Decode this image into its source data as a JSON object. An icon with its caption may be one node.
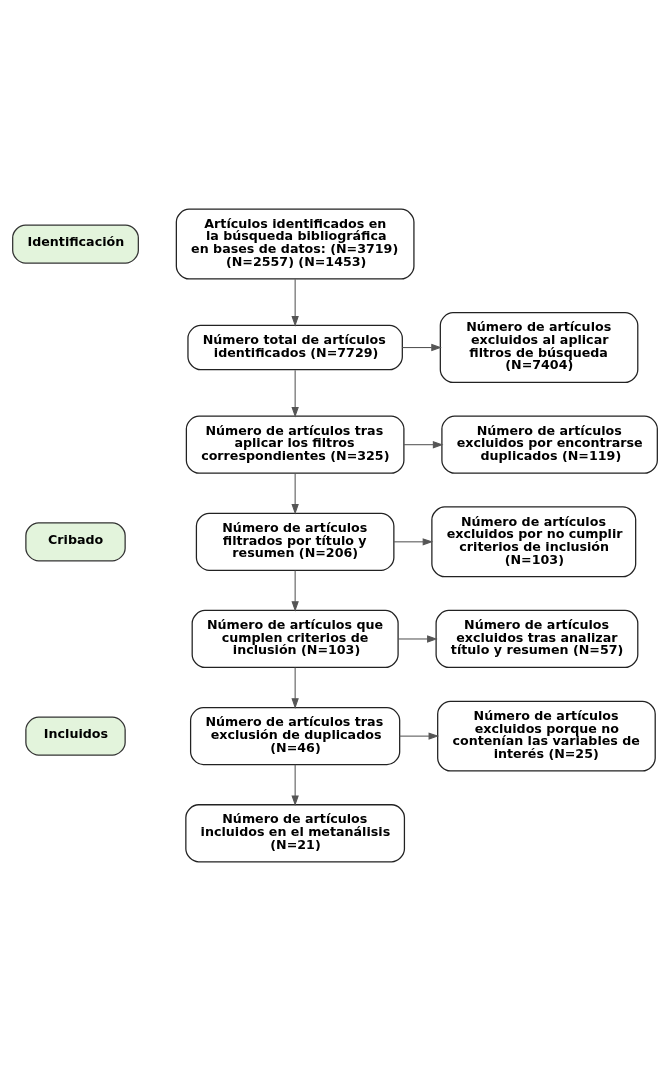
{
  "diagram": {
    "nodes": [
      {
        "text": [
          "Identificación"
        ]
      },
      {
        "text": [
          "Artículos identificados en la búsqueda bibliográfica en bases de datos: (N=3719) (N=2557) (N=1453)"
        ]
      },
      {
        "text": [
          "Número total de artículos identificados (N=7729)"
        ]
      },
      {
        "text": [
          "Número de artículos excluidos al aplicar filtros de búsqueda (N=7404)"
        ]
      },
      {
        "text": [
          "Cribado"
        ]
      },
      {
        "text": [
          "Número de artículos tras aplicar los filtros correspondientes (N=325)"
        ]
      },
      {
        "text": [
          "Número de artículos excluidos por encontrarse duplicados (N=119)"
        ]
      },
      {
        "text": [
          "Número de artículos filtrados por título y resumen (N=206)"
        ]
      },
      {
        "text": [
          "Número de artículos excluidos por no cumplir criterios de inclusión (N=103)"
        ]
      },
      {
        "text": [
          "Número de artículos que cumplen criterios de inclusión (N=103)"
        ]
      },
      {
        "text": [
          "Número de artículos excluidos tras analizar título y resumen (N=57)"
        ]
      },
      {
        "text": [
          "Incluidos"
        ]
      },
      {
        "text": [
          "Número de artículos tras exclusión de duplicados (N=46)"
        ]
      },
      {
        "text": [
          "Número de artículos excluidos porque no contenían las variables de interés (N=25)"
        ]
      },
      {
        "text": [
          "Número de artículos incluidos en el metanálisis (N=21)"
        ]
      }
    ],
    "edges": [
      {
        "from": 1,
        "to": 2,
        "arrow": "to"
      },
      {
        "from": 2,
        "to": 3,
        "arrow": "to"
      },
      {
        "from": 2,
        "to": 5,
        "arrow": "to"
      },
      {
        "from": 5,
        "to": 6,
        "arrow": "to"
      },
      {
        "from": 5,
        "to": 7,
        "arrow": "to"
      },
      {
        "from": 7,
        "to": 8,
        "arrow": "to"
      },
      {
        "from": 7,
        "to": 9,
        "arrow": "to"
      },
      {
        "from": 9,
        "to": 10,
        "arrow": "to"
      },
      {
        "from": 9,
        "to": 12,
        "arrow": "to"
      },
      {
        "from": 12,
        "to": 13,
        "arrow": "to"
      },
      {
        "from": 12,
        "to": 14,
        "arrow": "to"
      }
    ]
  }
}
